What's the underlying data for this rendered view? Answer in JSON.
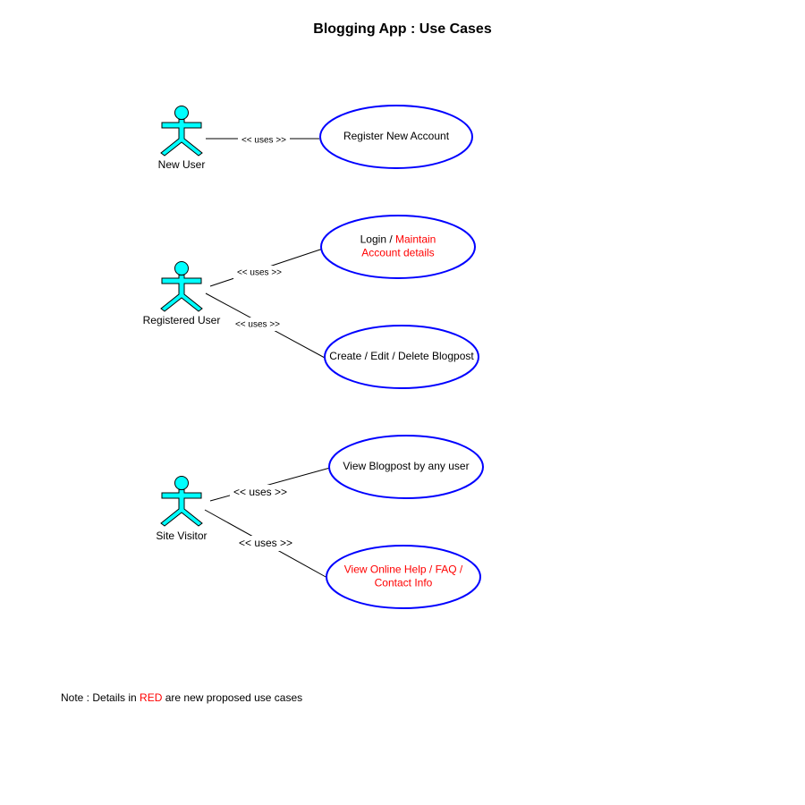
{
  "title": "Blogging App : Use Cases",
  "colors": {
    "actor_fill": "#00ffff",
    "ellipse_stroke": "#0000ff",
    "highlight": "#ff0000"
  },
  "actors": [
    {
      "name": "New User"
    },
    {
      "name": "Registered User"
    },
    {
      "name": "Site Visitor"
    }
  ],
  "use_cases": [
    {
      "lines": [
        [
          {
            "text": "Register New Account",
            "red": false
          }
        ]
      ]
    },
    {
      "lines": [
        [
          {
            "text": "Login / ",
            "red": false
          },
          {
            "text": "Maintain",
            "red": true
          }
        ],
        [
          {
            "text": "Account details",
            "red": true
          }
        ]
      ]
    },
    {
      "lines": [
        [
          {
            "text": "Create / Edit / Delete Blogpost",
            "red": false
          }
        ]
      ]
    },
    {
      "lines": [
        [
          {
            "text": "View Blogpost by any user",
            "red": false
          }
        ]
      ]
    },
    {
      "lines": [
        [
          {
            "text": "View Online Help / FAQ /",
            "red": true
          }
        ],
        [
          {
            "text": "Contact Info",
            "red": true
          }
        ]
      ]
    }
  ],
  "relations": [
    {
      "label": "<< uses >>"
    },
    {
      "label": "<< uses >>"
    },
    {
      "label": "<< uses >>"
    },
    {
      "label": "<< uses >>"
    },
    {
      "label": "<< uses >>"
    }
  ],
  "note": {
    "prefix": "Note : Details in ",
    "highlight": "RED",
    "suffix": " are new proposed use cases"
  }
}
